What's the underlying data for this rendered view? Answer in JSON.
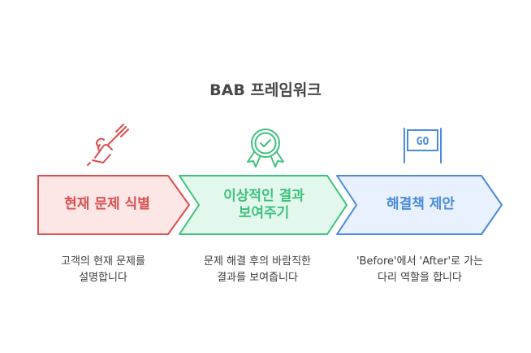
{
  "title": "BAB 프레임워크",
  "colors": {
    "red_stroke": "#D9504E",
    "red_fill": "#FCE7E6",
    "green_stroke": "#3EC17C",
    "green_fill": "#E3F8EC",
    "blue_stroke": "#4A8BDC",
    "blue_fill": "#E8F1FD"
  },
  "steps": [
    {
      "label": "현재 문제 식별",
      "icon": "hand-fork-icon",
      "description": [
        "고객의 현재 문제를",
        "설명합니다"
      ]
    },
    {
      "label": [
        "이상적인 결과",
        "보여주기"
      ],
      "icon": "award-badge-icon",
      "description": [
        "문제 해결 후의 바람직한",
        "결과를 보여줍니다"
      ]
    },
    {
      "label": "해결책 제안",
      "icon": "go-sign-icon",
      "icon_text": "GO",
      "description": [
        "'Before'에서 'After'로 가는",
        "다리 역할을 합니다"
      ]
    }
  ]
}
